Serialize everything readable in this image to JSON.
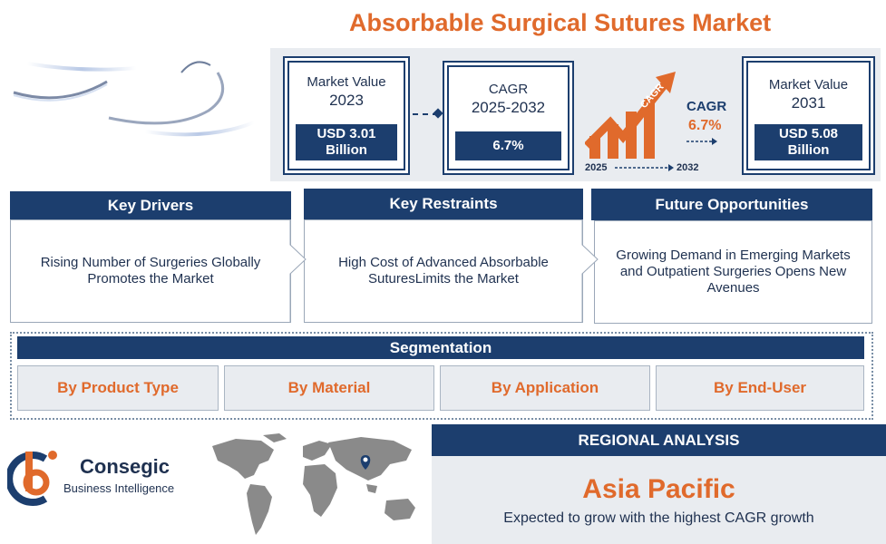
{
  "title": "Absorbable Surgical Sutures Market",
  "stats": {
    "market_2023": {
      "label_line1": "Market Value",
      "label_line2": "2023",
      "value_line1": "USD 3.01",
      "value_line2": "Billion"
    },
    "cagr": {
      "label_line1": "CAGR",
      "label_line2": "2025-2032",
      "value": "6.7%"
    },
    "graphic": {
      "arrow_label": "CAGR",
      "side_label": "CAGR",
      "side_value": "6.7%",
      "start_year": "2025",
      "end_year": "2032"
    },
    "market_2031": {
      "label_line1": "Market Value",
      "label_line2": "2031",
      "value_line1": "USD 5.08",
      "value_line2": "Billion"
    }
  },
  "cards": [
    {
      "heading": "Key Drivers",
      "text": "Rising Number of Surgeries Globally Promotes the Market"
    },
    {
      "heading": "Key Restraints",
      "text": "High Cost of Advanced Absorbable SuturesLimits the Market"
    },
    {
      "heading": "Future Opportunities",
      "text": "Growing Demand in Emerging Markets and Outpatient Surgeries Opens New Avenues"
    }
  ],
  "segmentation": {
    "heading": "Segmentation",
    "items": [
      "By Product Type",
      "By Material",
      "By Application",
      "By End-User"
    ]
  },
  "regional": {
    "heading": "REGIONAL ANALYSIS",
    "region": "Asia Pacific",
    "description": "Expected to grow with the highest CAGR growth"
  },
  "logo": {
    "name": "Consegic",
    "sub_line": "Business Intelligence"
  },
  "colors": {
    "navy": "#1c3e6e",
    "orange": "#e06a2c",
    "panel": "#e9ecf0"
  }
}
